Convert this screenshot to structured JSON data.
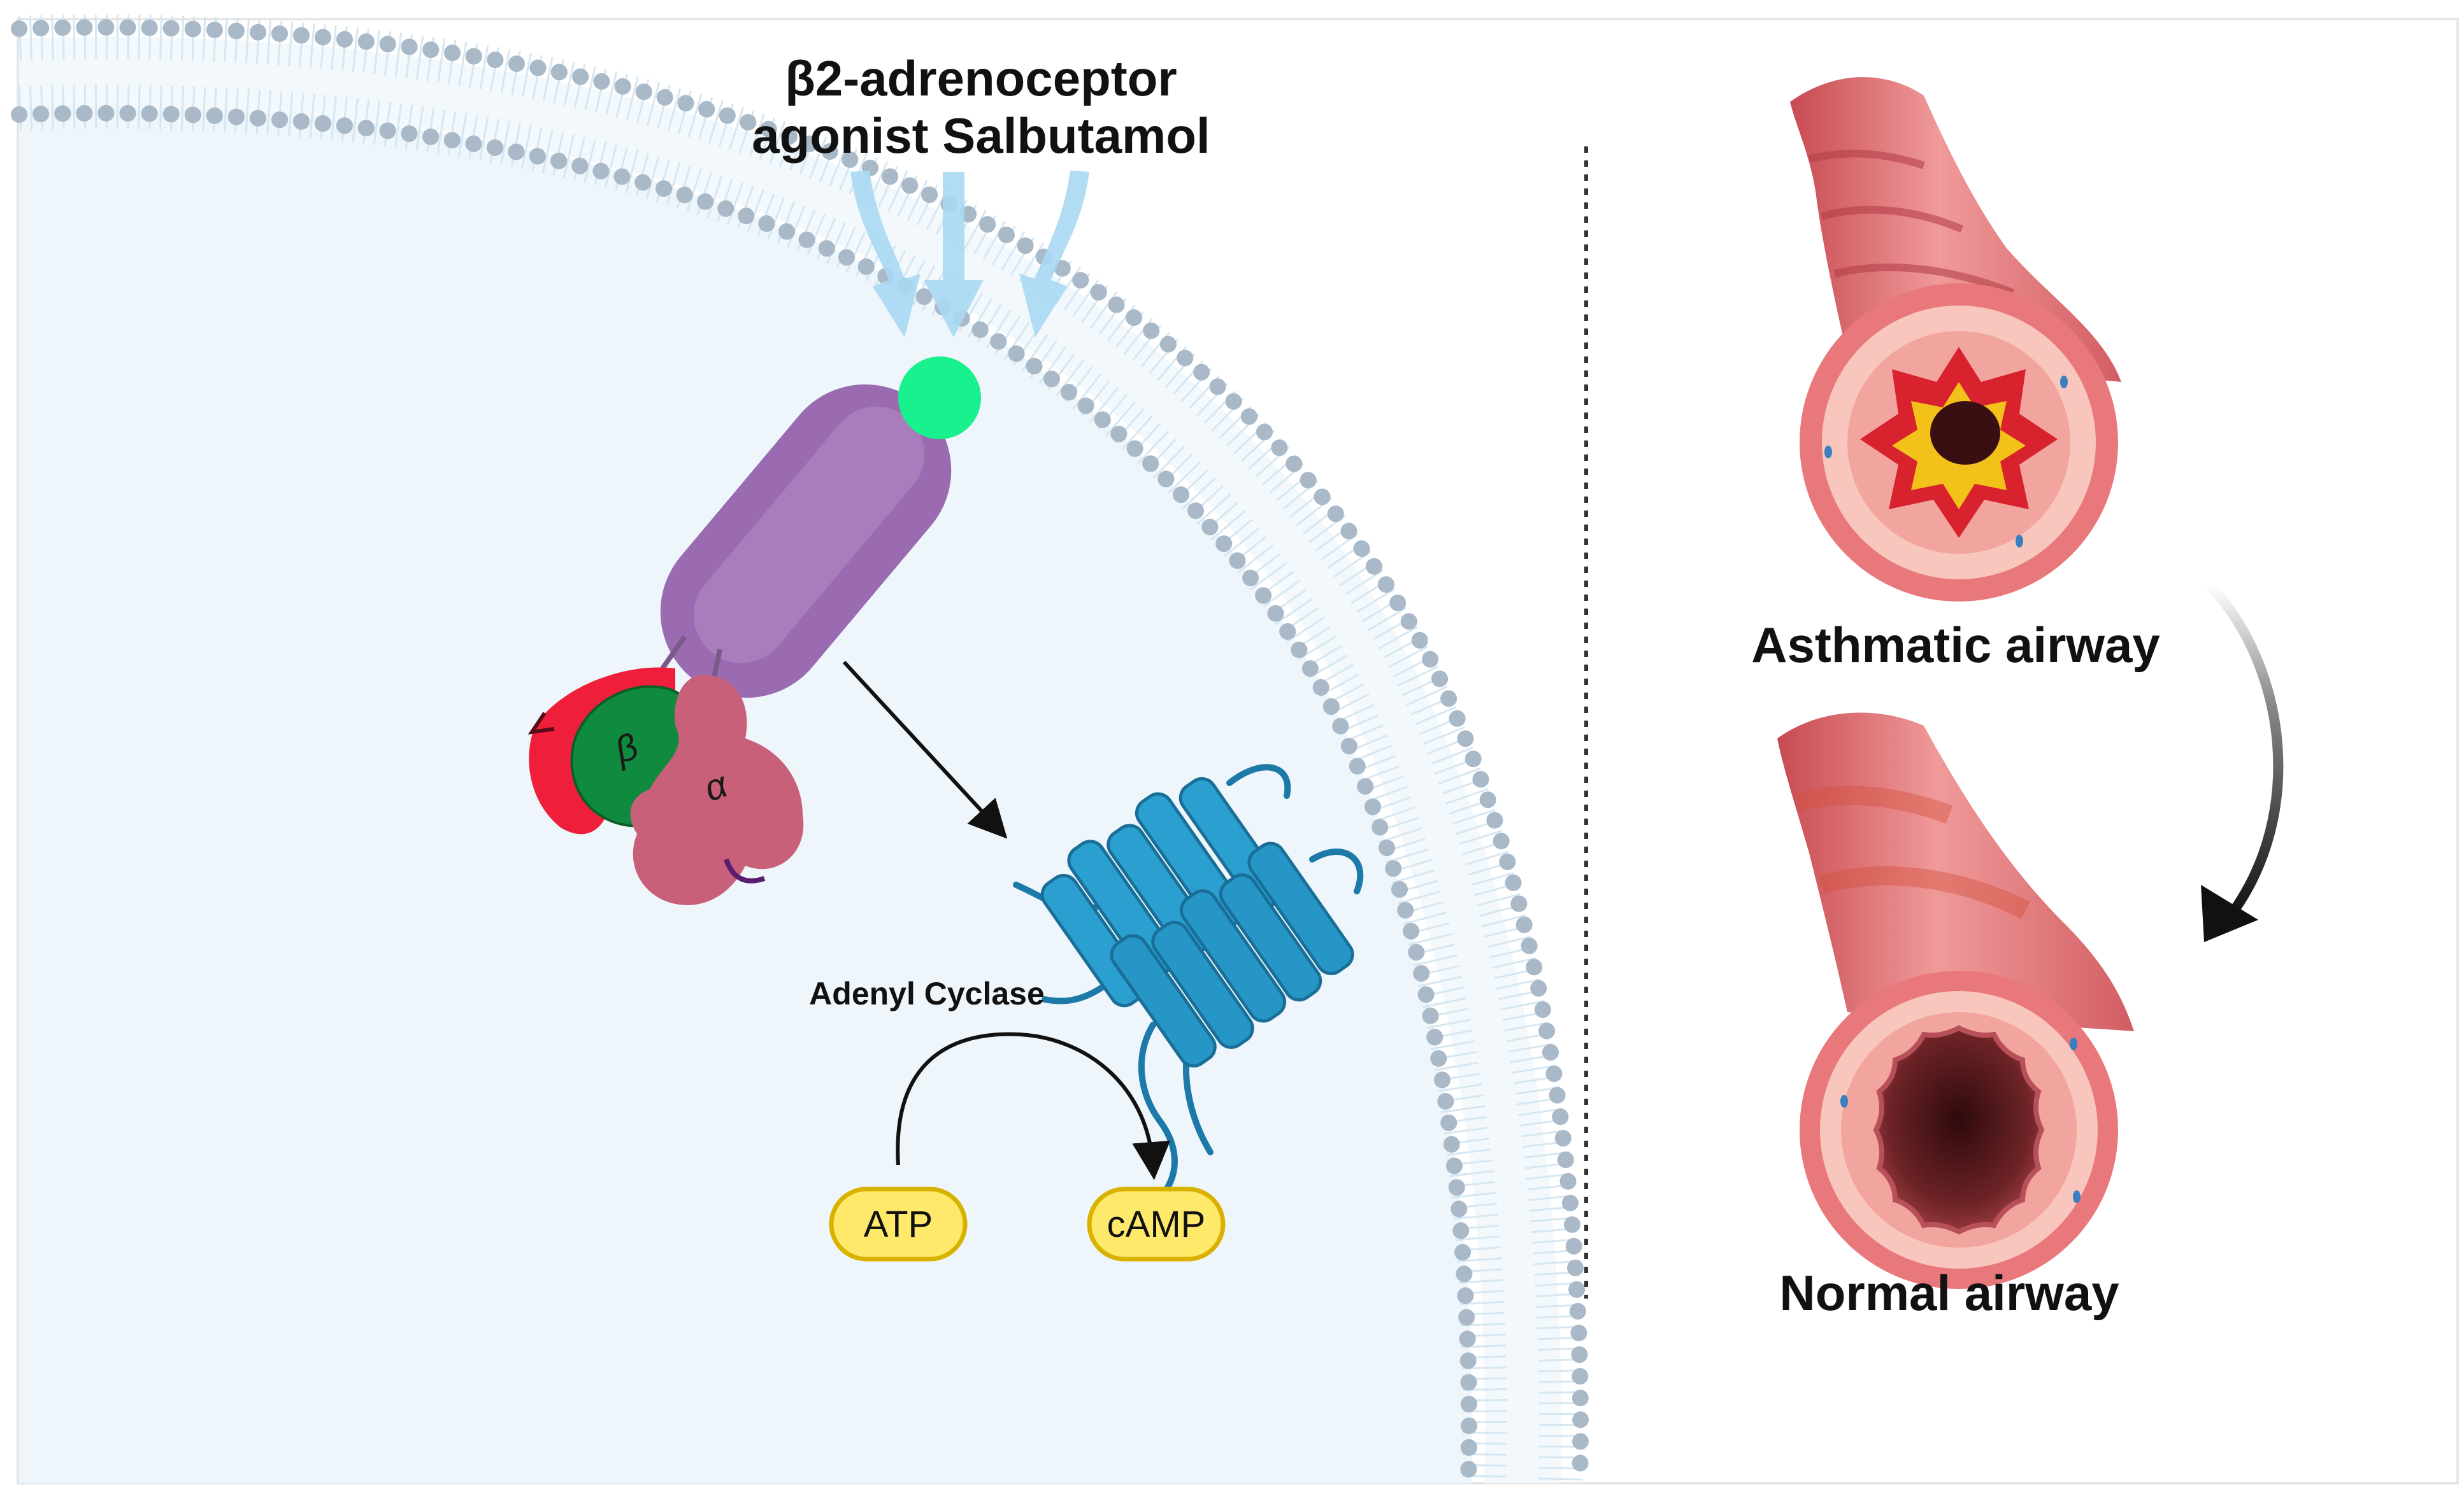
{
  "agonist": {
    "line1": "β2-adrenoceptor",
    "line2": "agonist Salbutamol"
  },
  "gprotein": {
    "beta_symbol": "β",
    "alpha_symbol": "α"
  },
  "enzyme": {
    "label": "Adenyl Cyclase"
  },
  "molecules": {
    "substrate": "ATP",
    "product": "cAMP"
  },
  "airways": {
    "asthmatic_label": "Asthmatic airway",
    "normal_label": "Normal airway"
  },
  "colors": {
    "receptor": "#9a6bb0",
    "ligand": "#19f08e",
    "agonist_arrows": "#a9d8f3",
    "cyclase": "#2a9fd0",
    "molecule_fill": "#ffe96b",
    "molecule_stroke": "#d9b200",
    "airway_outer": "#e9787c",
    "membrane_bead": "#a9b9c8",
    "cell_interior": "#eef6fb"
  }
}
